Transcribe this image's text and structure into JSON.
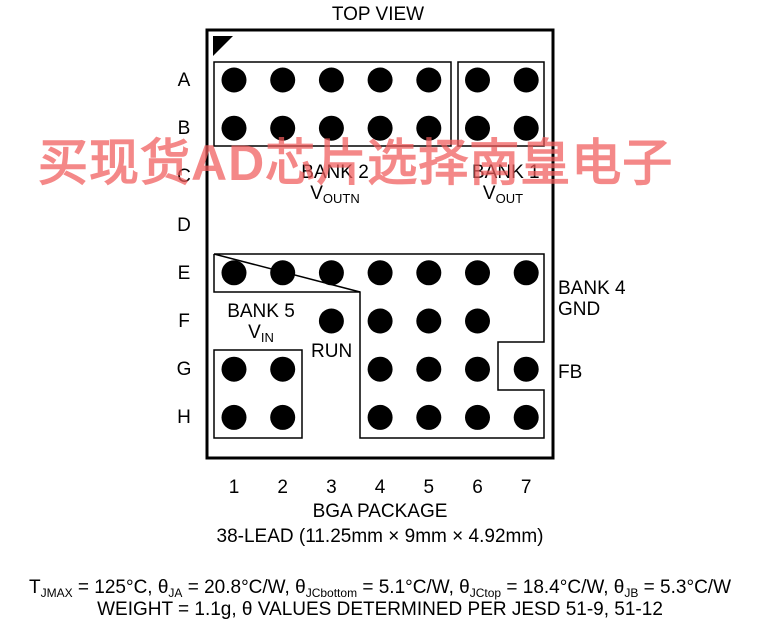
{
  "title": "TOP VIEW",
  "rows": [
    "A",
    "B",
    "C",
    "D",
    "E",
    "F",
    "G",
    "H"
  ],
  "columns": [
    "1",
    "2",
    "3",
    "4",
    "5",
    "6",
    "7"
  ],
  "banks": {
    "bank1": {
      "name": "BANK 1",
      "signal": "V",
      "signal_sub": "OUT"
    },
    "bank2": {
      "name": "BANK 2",
      "signal": "V",
      "signal_sub": "OUTN"
    },
    "bank4": {
      "name": "BANK 4",
      "signal": "GND"
    },
    "bank5": {
      "name": "BANK 5",
      "signal": "V",
      "signal_sub": "IN"
    }
  },
  "pins": {
    "run": "RUN",
    "fb": "FB"
  },
  "package": {
    "name": "BGA PACKAGE",
    "description": "38-LEAD (11.25mm × 9mm × 4.92mm)"
  },
  "thermal": {
    "tjmax_sym": "T",
    "tjmax_sub": "JMAX",
    "tjmax_val": " = 125°C, ",
    "ja_sym": "θ",
    "ja_sub": "JA",
    "ja_val": " = 20.8°C/W, ",
    "jcb_sym": "θ",
    "jcb_sub": "JCbottom",
    "jcb_val": " = 5.1°C/W, ",
    "jct_sym": "θ",
    "jct_sub": "JCtop",
    "jct_val": " = 18.4°C/W, ",
    "jb_sym": "θ",
    "jb_sub": "JB",
    "jb_val": " = 5.3°C/W"
  },
  "weight_line": "WEIGHT = 1.1g, θ VALUES DETERMINED PER JESD 51-9, 51-12",
  "watermark": "买现货AD芯片选择南皇电子",
  "balls": [
    [
      "A",
      1
    ],
    [
      "A",
      2
    ],
    [
      "A",
      3
    ],
    [
      "A",
      4
    ],
    [
      "A",
      5
    ],
    [
      "A",
      6
    ],
    [
      "A",
      7
    ],
    [
      "B",
      1
    ],
    [
      "B",
      2
    ],
    [
      "B",
      3
    ],
    [
      "B",
      4
    ],
    [
      "B",
      5
    ],
    [
      "B",
      6
    ],
    [
      "B",
      7
    ],
    [
      "E",
      1
    ],
    [
      "E",
      2
    ],
    [
      "E",
      3
    ],
    [
      "E",
      4
    ],
    [
      "E",
      5
    ],
    [
      "E",
      6
    ],
    [
      "E",
      7
    ],
    [
      "F",
      3
    ],
    [
      "F",
      4
    ],
    [
      "F",
      5
    ],
    [
      "F",
      6
    ],
    [
      "G",
      1
    ],
    [
      "G",
      2
    ],
    [
      "G",
      4
    ],
    [
      "G",
      5
    ],
    [
      "G",
      6
    ],
    [
      "G",
      7
    ],
    [
      "H",
      1
    ],
    [
      "H",
      2
    ],
    [
      "H",
      4
    ],
    [
      "H",
      5
    ],
    [
      "H",
      6
    ],
    [
      "H",
      7
    ]
  ]
}
